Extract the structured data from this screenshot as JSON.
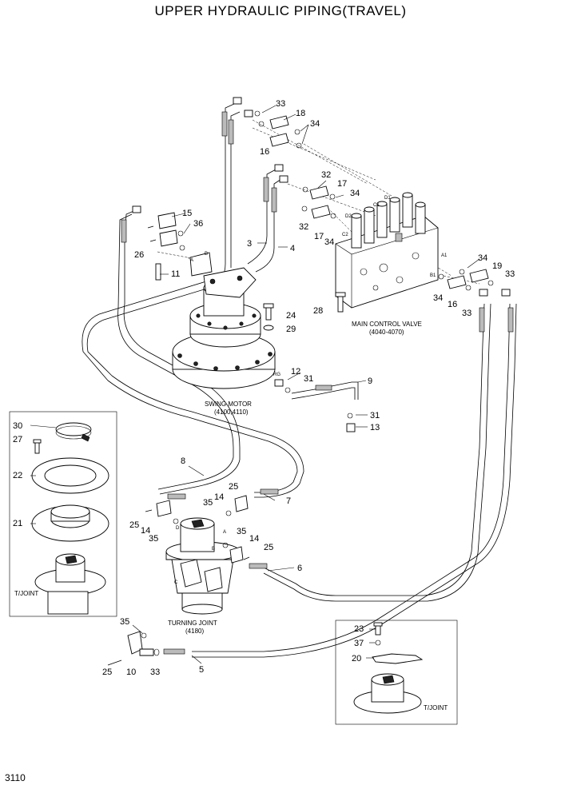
{
  "title": "UPPER HYDRAULIC PIPING(TRAVEL)",
  "page_number": "3110",
  "assemblies": {
    "main_control_valve": "MAIN CONTROL VALVE",
    "main_control_valve_ref": "(4040-4070)",
    "swing_motor": "SWING MOTOR",
    "swing_motor_ref": "(4100,4110)",
    "turning_joint": "TURNING JOINT",
    "turning_joint_ref": "(4180)",
    "inset_left_tjoint": "T/JOINT",
    "inset_right_tjoint": "T/JOINT"
  },
  "port_labels": {
    "d1": "D1",
    "c1": "C1",
    "d2": "D2",
    "c2": "C2",
    "a1": "A1",
    "b1": "B1",
    "a": "A",
    "b": "B",
    "rg": "RG",
    "tj_a": "A",
    "tj_b": "B",
    "tj_c": "C",
    "tj_d": "D"
  },
  "callouts": {
    "c33_top": "33",
    "c18": "18",
    "c34_top": "34",
    "c16_top": "16",
    "c32_a": "32",
    "c17_a": "17",
    "c34_b": "34",
    "c32_b": "32",
    "c17_b": "17",
    "c34_c": "34",
    "c15": "15",
    "c36": "36",
    "c26": "26",
    "c3": "3",
    "c4": "4",
    "c11": "11",
    "c24": "24",
    "c29": "29",
    "c28": "28",
    "c34_d": "34",
    "c19": "19",
    "c33_b": "33",
    "c34_e": "34",
    "c16_b": "16",
    "c33_c": "33",
    "c12": "12",
    "c31_a": "31",
    "c9": "9",
    "c31_b": "31",
    "c13": "13",
    "c30": "30",
    "c27": "27",
    "c22": "22",
    "c21": "21",
    "c8": "8",
    "c25_a": "25",
    "c14_a": "14",
    "c35_a": "35",
    "c7": "7",
    "c25_b": "25",
    "c14_b": "14",
    "c35_b": "35",
    "c35_c": "35",
    "c14_c": "14",
    "c25_c": "25",
    "c6": "6",
    "c35_d": "35",
    "c25_d": "25",
    "c10": "10",
    "c33_d": "33",
    "c5": "5",
    "c23": "23",
    "c37": "37",
    "c20": "20"
  },
  "icons": [
    "main-control-valve",
    "swing-motor",
    "turning-joint",
    "hose",
    "o-ring",
    "flange",
    "bolt",
    "connector"
  ]
}
